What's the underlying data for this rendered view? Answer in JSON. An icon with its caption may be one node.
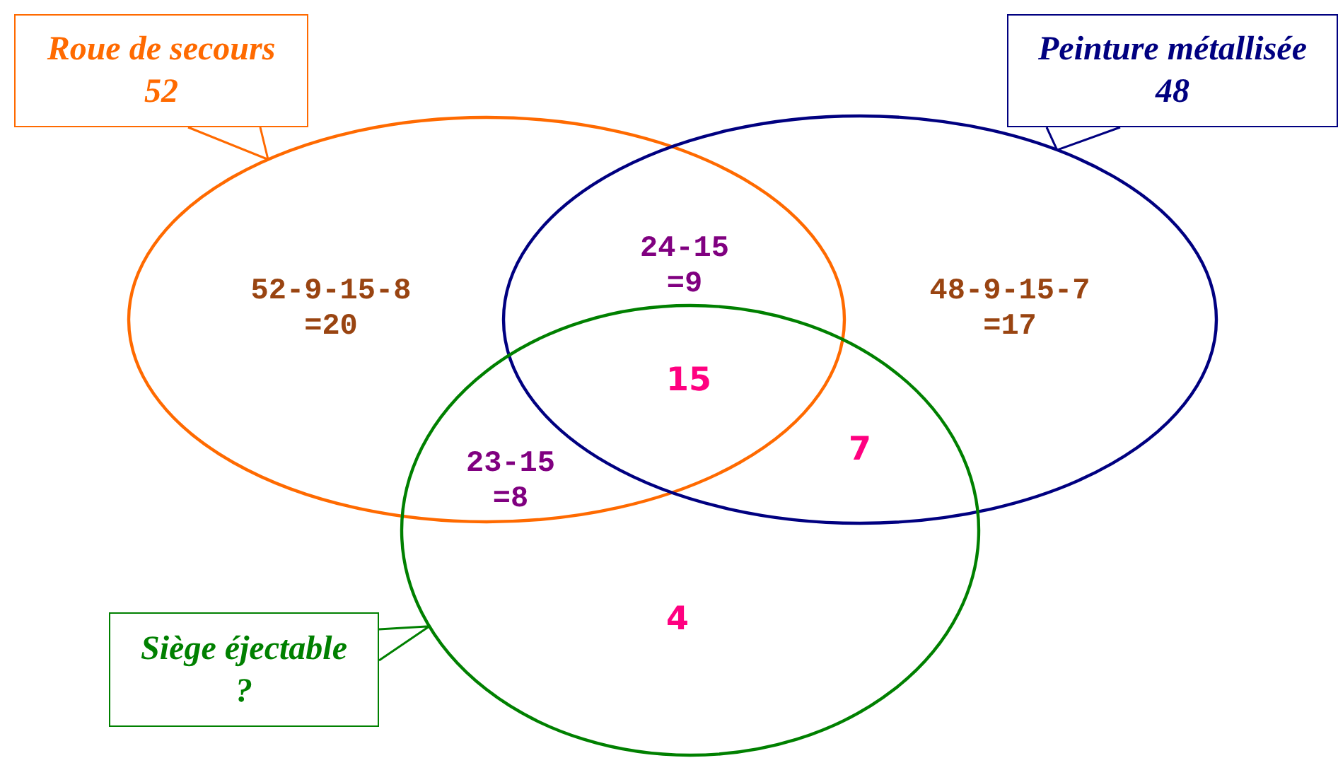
{
  "diagram": {
    "nodes": [
      {
        "text": [
          "Roue de secours",
          "52"
        ]
      },
      {
        "text": [
          "Peinture métallisée",
          "48"
        ]
      },
      {
        "text": [],
        "shape": "circle"
      },
      {
        "text": [],
        "shape": "circle"
      },
      {
        "text": [],
        "shape": "circle"
      },
      {
        "text": [
          "Siège éjectable",
          "?"
        ]
      }
    ],
    "edges": [
      {
        "from": 0,
        "to": 2,
        "arrow": "none",
        "color": "#ff6a00"
      },
      {
        "from": 1,
        "to": 3,
        "arrow": "none",
        "color": "#000080"
      },
      {
        "from": 5,
        "to": 4,
        "arrow": "none",
        "color": "#008000"
      }
    ],
    "labels": [
      "24-15 =9",
      "52-9-15-8 =20",
      "48-9-15-7 =17",
      "15",
      "23-15 =8",
      "7",
      "4"
    ]
  }
}
